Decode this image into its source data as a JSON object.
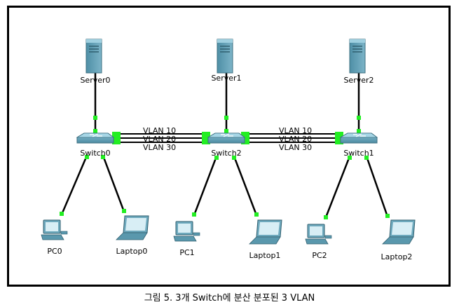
{
  "caption": "그림 5. 3개 Switch에 분산 분포된 3 VLAN",
  "colors": {
    "link": "#000000",
    "port": "#22ee22",
    "device": "#5a9ab0"
  },
  "trunk_labels_left": [
    "VLAN 10",
    "VLAN 20",
    "VLAN 30"
  ],
  "trunk_labels_right": [
    "VLAN 10",
    "VLAN 20",
    "VLAN 30"
  ],
  "devices": {
    "server0": "Server0",
    "server1": "Server1",
    "server2": "Server2",
    "switch0": "Switch0",
    "switch1": "Switch1",
    "switch2": "Switch2",
    "pc0": "PC0",
    "pc1": "PC1",
    "pc2": "PC2",
    "laptop0": "Laptop0",
    "laptop1": "Laptop1",
    "laptop2": "Laptop2"
  }
}
